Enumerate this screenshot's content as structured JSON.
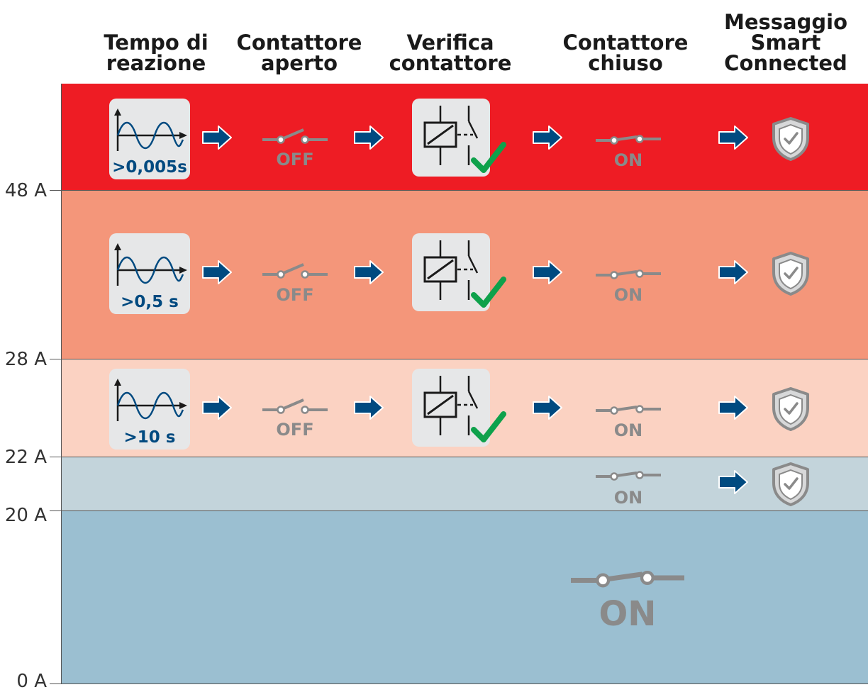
{
  "headers": [
    {
      "key": "reaction",
      "lines": [
        "Tempo di",
        "reazione"
      ]
    },
    {
      "key": "open",
      "lines": [
        "Contattore",
        "aperto"
      ]
    },
    {
      "key": "check",
      "lines": [
        "Verifica",
        "contattore"
      ]
    },
    {
      "key": "closed",
      "lines": [
        "Contattore",
        "chiuso"
      ]
    },
    {
      "key": "message",
      "lines": [
        "Messaggio",
        "Smart",
        "Connected"
      ]
    }
  ],
  "axis": {
    "unit": "A",
    "ticks": [
      "48 A",
      "28 A",
      "22 A",
      "20 A",
      "0 A"
    ]
  },
  "bands": [
    {
      "id": "band-above-48",
      "color": "#ee1c24",
      "response_time": ">0,005s",
      "switch_open_label": "OFF",
      "switch_closed_label": "ON"
    },
    {
      "id": "band-28-48",
      "color": "#f4967a",
      "response_time": ">0,5 s",
      "switch_open_label": "OFF",
      "switch_closed_label": "ON"
    },
    {
      "id": "band-22-28",
      "color": "#fbd2c2",
      "response_time": ">10 s",
      "switch_open_label": "OFF",
      "switch_closed_label": "ON"
    },
    {
      "id": "band-20-22",
      "color": "#c3d4db",
      "switch_closed_label": "ON"
    },
    {
      "id": "band-0-20",
      "color": "#9bbfd1",
      "switch_closed_label": "ON"
    }
  ],
  "colors": {
    "arrow": "#004a80",
    "response_text": "#004a80",
    "switch": "#8a8a8a",
    "check": "#0ea14b",
    "tile": "#e6e7e8"
  },
  "icons": [
    "waveform-icon",
    "arrow-right-icon",
    "switch-open-icon",
    "relay-contactor-icon",
    "checkmark-icon",
    "switch-closed-icon",
    "shield-check-icon"
  ]
}
